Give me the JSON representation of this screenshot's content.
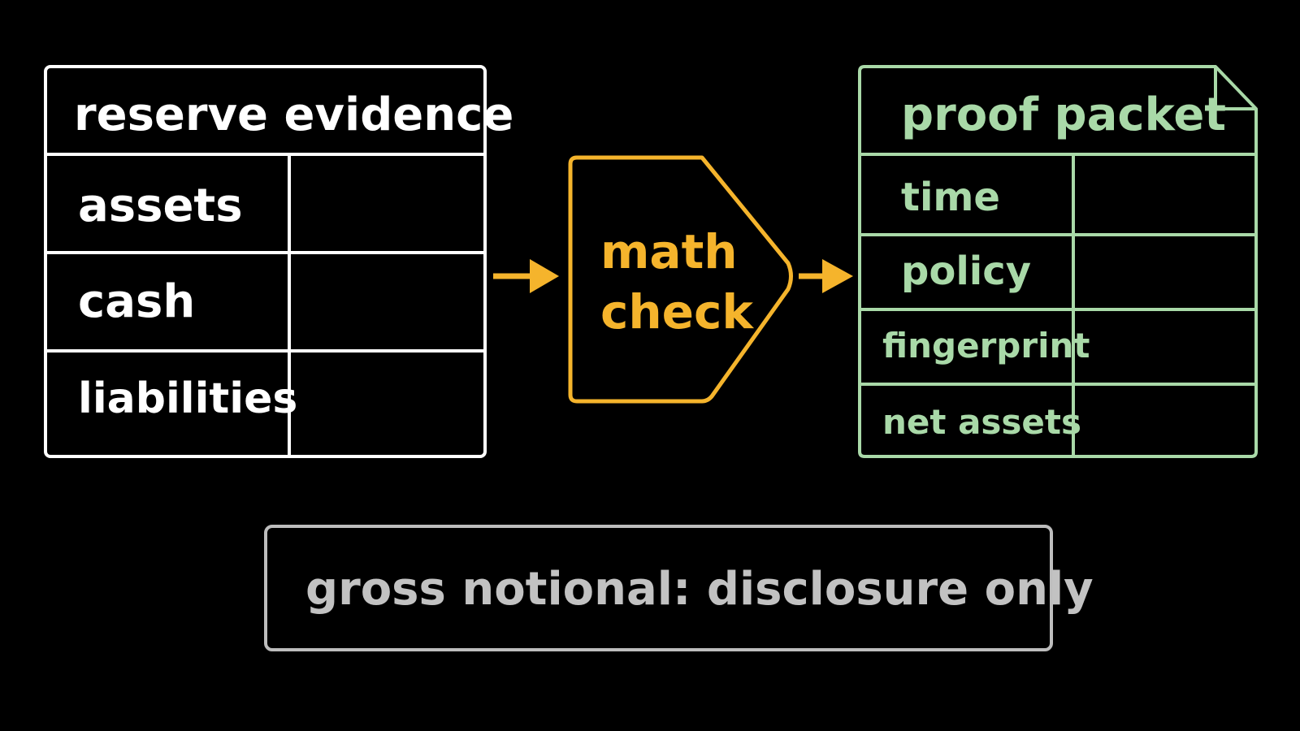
{
  "reserve_evidence": {
    "title": "reserve evidence",
    "rows": [
      "assets",
      "cash",
      "liabilities"
    ]
  },
  "math_check": {
    "line1": "math",
    "line2": "check"
  },
  "proof_packet": {
    "title": "proof packet",
    "rows": [
      "time",
      "policy",
      "fingerprint",
      "net assets"
    ]
  },
  "note": {
    "text": "gross notional: disclosure only"
  },
  "colors": {
    "background": "#000000",
    "evidence": "#ffffff",
    "check": "#f5b42c",
    "packet": "#a9d9a8",
    "note": "#bdbdbd"
  }
}
